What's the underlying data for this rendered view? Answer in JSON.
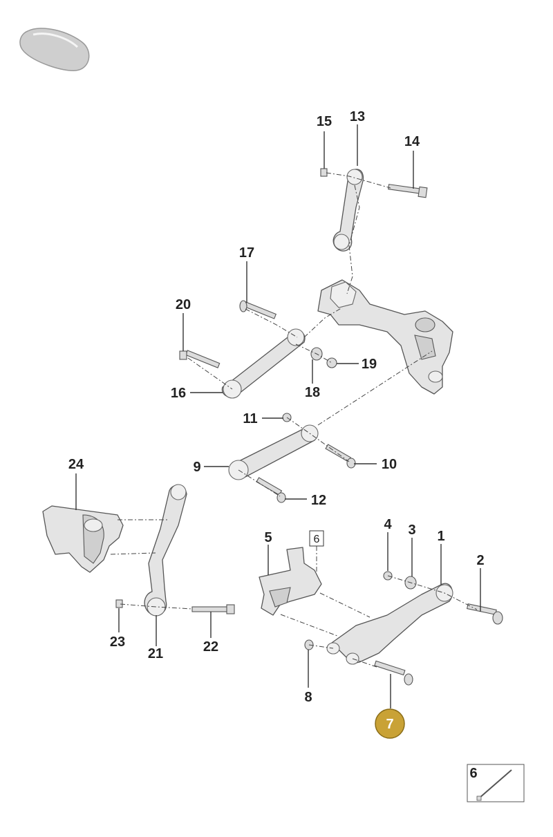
{
  "diagram": {
    "callouts": [
      "1",
      "2",
      "3",
      "4",
      "5",
      "6",
      "7",
      "8",
      "9",
      "10",
      "11",
      "12",
      "13",
      "14",
      "15",
      "16",
      "17",
      "18",
      "19",
      "20",
      "21",
      "22",
      "23",
      "24"
    ],
    "highlighted": "7",
    "boxed_reference": "6",
    "inset_label": "6",
    "highlight_color": "#c9a236"
  }
}
